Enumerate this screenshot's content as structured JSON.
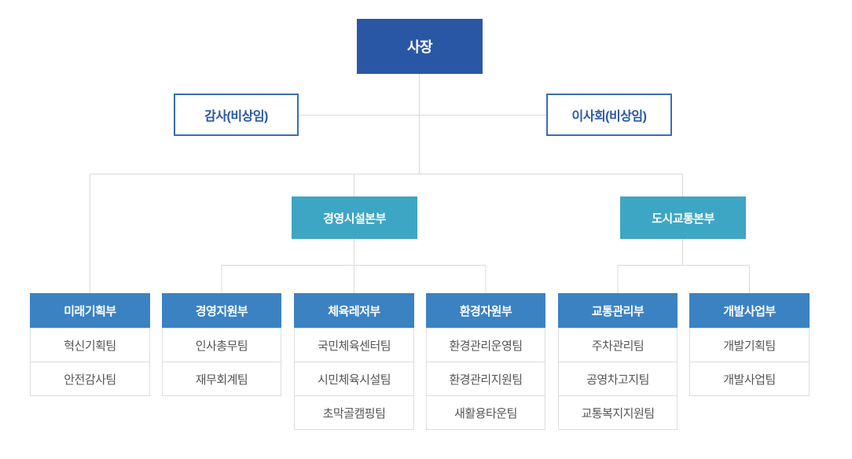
{
  "colors": {
    "ceo_bg": "#2a57a5",
    "outlined_border": "#3a6cb4",
    "outlined_text": "#2a57a5",
    "division_bg": "#3da6c4",
    "department_bg": "#3b82c3",
    "team_text": "#555555",
    "team_border": "#dddddd",
    "connector_line": "#d9d9d9"
  },
  "nodes": {
    "ceo": {
      "label": "사장"
    },
    "auditor": {
      "label": "감사(비상임)"
    },
    "board": {
      "label": "이사회(비상임)"
    },
    "divisions": [
      {
        "label": "경영시설본부"
      },
      {
        "label": "도시교통본부"
      }
    ],
    "departments": [
      {
        "label": "미래기획부",
        "teams": [
          "혁신기획팀",
          "안전감사팀"
        ]
      },
      {
        "label": "경영지원부",
        "teams": [
          "인사총무팀",
          "재무회계팀"
        ]
      },
      {
        "label": "체육레저부",
        "teams": [
          "국민체육센터팀",
          "시민체육시설팀",
          "초막골캠핑팀"
        ]
      },
      {
        "label": "환경자원부",
        "teams": [
          "환경관리운영팀",
          "환경관리지원팀",
          "새활용타운팀"
        ]
      },
      {
        "label": "교통관리부",
        "teams": [
          "주차관리팀",
          "공영차고지팀",
          "교통복지지원팀"
        ]
      },
      {
        "label": "개발사업부",
        "teams": [
          "개발기획팀",
          "개발사업팀"
        ]
      }
    ]
  }
}
